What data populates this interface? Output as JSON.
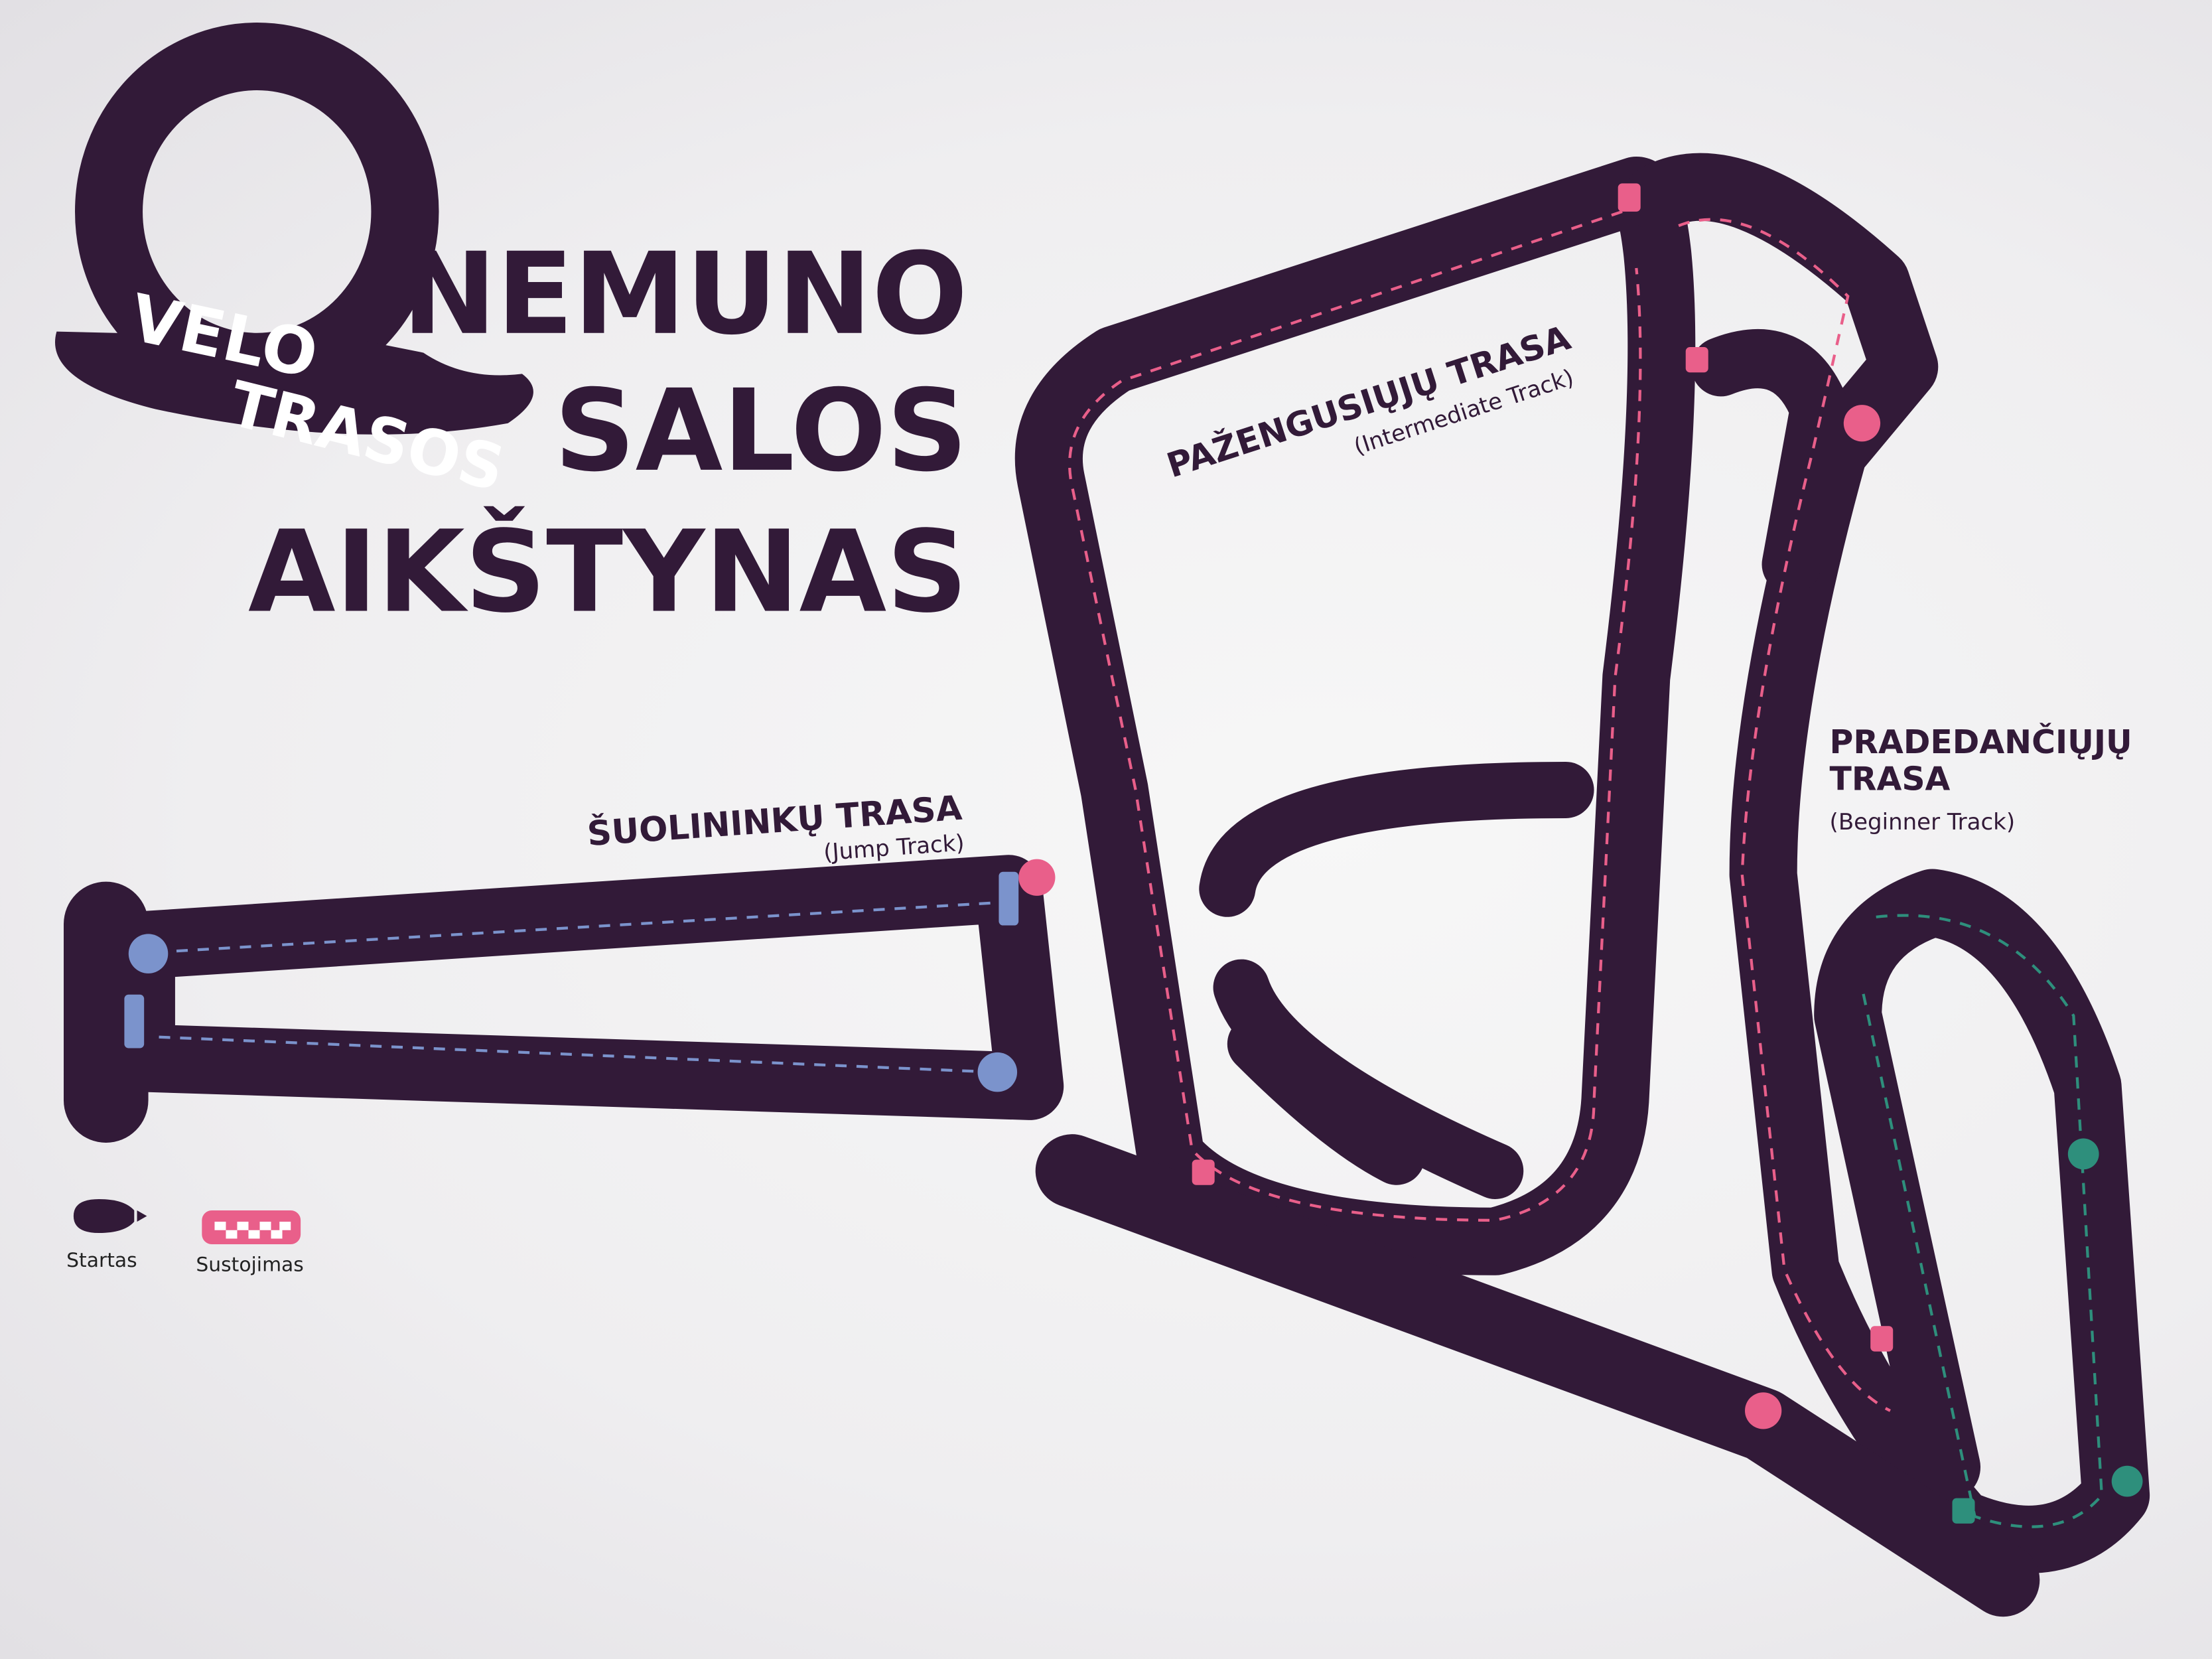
{
  "title": {
    "line1": "NEMUNO",
    "line2": "SALOS",
    "line3": "AIKŠTYNAS"
  },
  "logo": {
    "word1": "VELO",
    "word2": "TRASOS"
  },
  "tracks": {
    "intermediate": {
      "name": "PAŽENGUSIŲJŲ TRASA",
      "subtitle": "(Intermediate Track)"
    },
    "jump": {
      "name": "ŠUOLININKŲ TRASA",
      "subtitle": "(Jump Track)"
    },
    "beginner": {
      "name_line1": "PRADEDANČIŲJŲ",
      "name_line2": "TRASA",
      "subtitle": "(Beginner Track)"
    }
  },
  "legend": {
    "start_label": "Startas",
    "stop_label": "Sustojimas"
  },
  "colors": {
    "road": "#321a38",
    "intermediate": "#e95f8a",
    "jump": "#7b93cc",
    "beginner": "#2e8f7c",
    "background": "#f2f2f2"
  }
}
